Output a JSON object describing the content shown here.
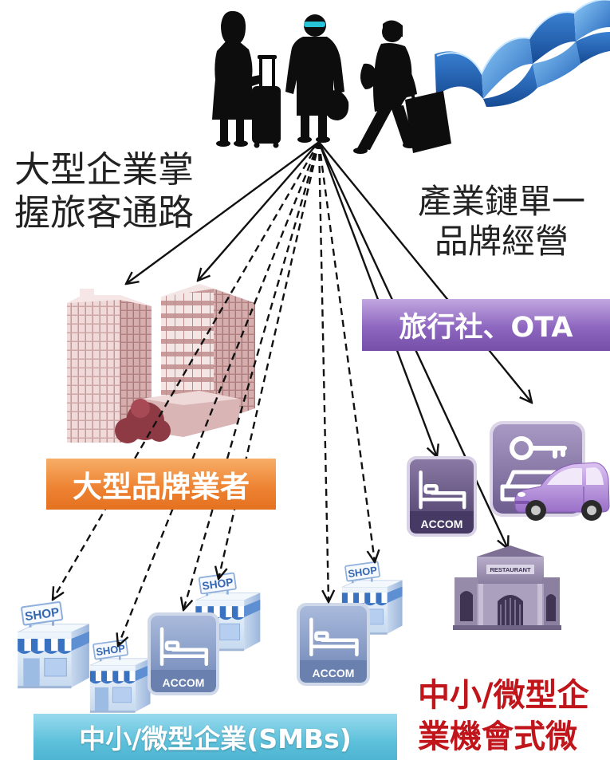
{
  "captions": {
    "top_left": [
      "大型企業掌",
      "握旅客通路"
    ],
    "top_right": [
      "產業鏈單一",
      "品牌經營"
    ],
    "bottom_right": [
      "中小/微型企",
      "業機會式微"
    ]
  },
  "banners": {
    "travel_agency_ota": "旅行社、OTA",
    "large_brand_operators": "大型品牌業者",
    "smbs": "中小/微型企業(SMBs)"
  },
  "icon_labels": {
    "shop": "SHOP",
    "accommodation": "ACCOM",
    "restaurant": "RESTAURANT"
  },
  "icons": [
    "travelers-silhouette-icon",
    "ribbon-graphic",
    "hotel-buildings-icon",
    "shop-icon",
    "accommodation-icon",
    "car-rental-key-icon",
    "car-icon",
    "restaurant-icon",
    "arrow-icon"
  ],
  "colors": {
    "travel_agency_banner": "#8d66bf",
    "large_brand_banner": "#ee8434",
    "smb_banner": "#5ec1db",
    "warning_text": "#c0151b",
    "caption_text": "#222222",
    "arrows": "#111111",
    "goggles": "#27c3d6"
  }
}
